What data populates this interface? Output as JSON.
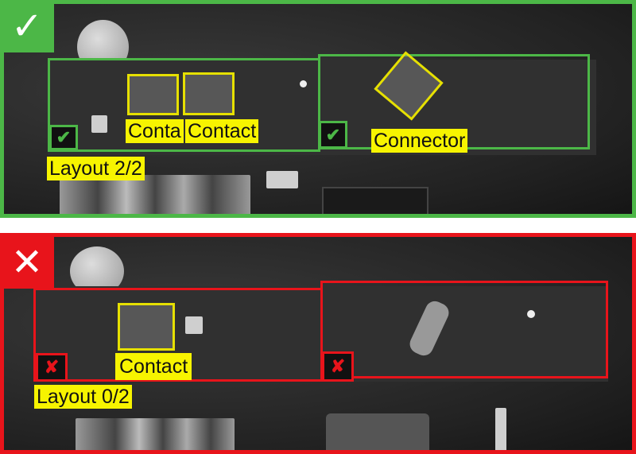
{
  "colors": {
    "pass": "#4cb747",
    "fail": "#e8141b",
    "label_bg": "#f7f400"
  },
  "top": {
    "result": "pass",
    "status_icon": "check-icon",
    "status_glyph": "✓",
    "region_marks": [
      "✔",
      "✔"
    ],
    "labels": {
      "contact_a": "Conta",
      "contact_b": "Contact",
      "connector": "Connector",
      "layout": "Layout 2/2"
    }
  },
  "bottom": {
    "result": "fail",
    "status_icon": "x-icon",
    "status_glyph": "✕",
    "region_marks": [
      "✘",
      "✘"
    ],
    "labels": {
      "contact": "Contact",
      "layout": "Layout 0/2"
    }
  }
}
